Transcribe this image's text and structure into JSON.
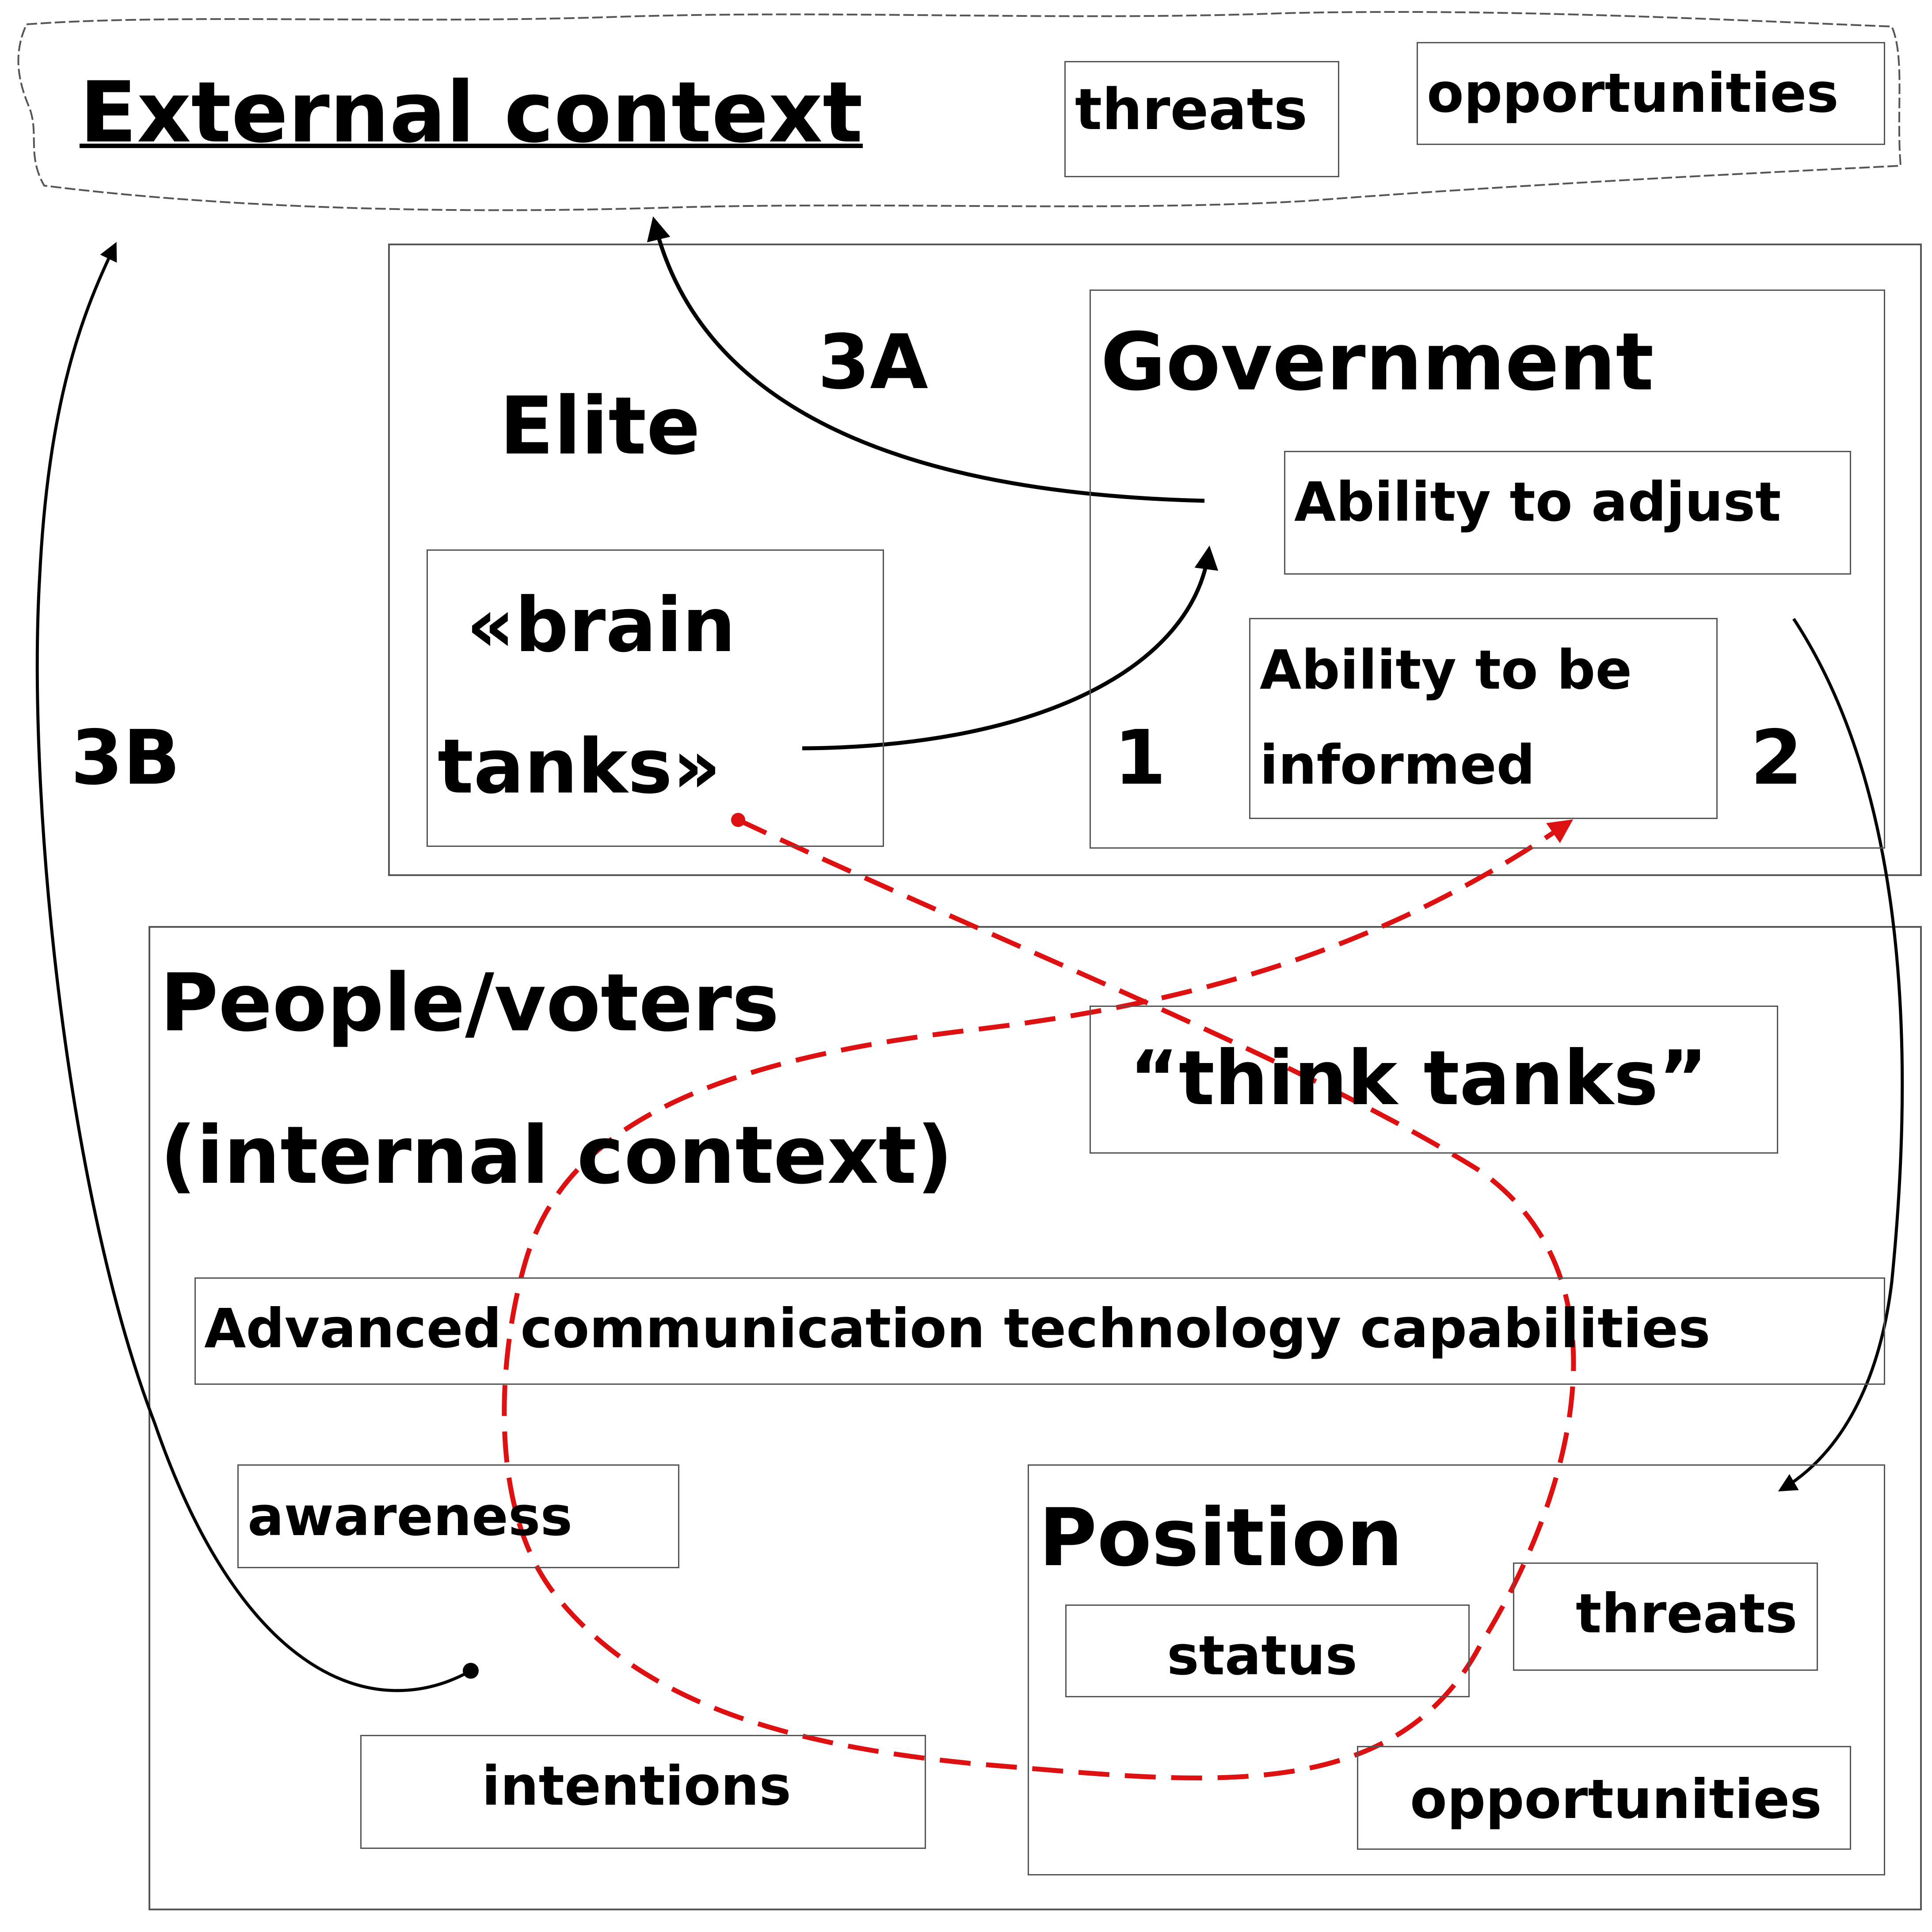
{
  "external": {
    "title": "External context",
    "threats": "threats",
    "opportunities": "opportunities"
  },
  "arrow_labels": {
    "a3": "3A",
    "b3": "3B",
    "n1": "1",
    "n2": "2"
  },
  "elite": {
    "title": "Elite",
    "brain_line1": "«brain",
    "brain_line2": "tanks»"
  },
  "government": {
    "title": "Government",
    "adjust": "Ability to adjust",
    "informed_line1": "Ability to be",
    "informed_line2": "informed"
  },
  "people": {
    "title_line1": "People/voters",
    "title_line2": "(internal context)",
    "think_tanks": "“think tanks”",
    "comm_tech": "Advanced communication technology capabilities",
    "awareness": "awareness",
    "intentions": "intentions"
  },
  "position": {
    "title": "Position",
    "status": "status",
    "threats": "threats",
    "opportunities": "opportunities"
  },
  "colors": {
    "text": "#000000",
    "box_border": "#555555",
    "dashed_loop": "#dd1111",
    "arrow": "#000000"
  }
}
